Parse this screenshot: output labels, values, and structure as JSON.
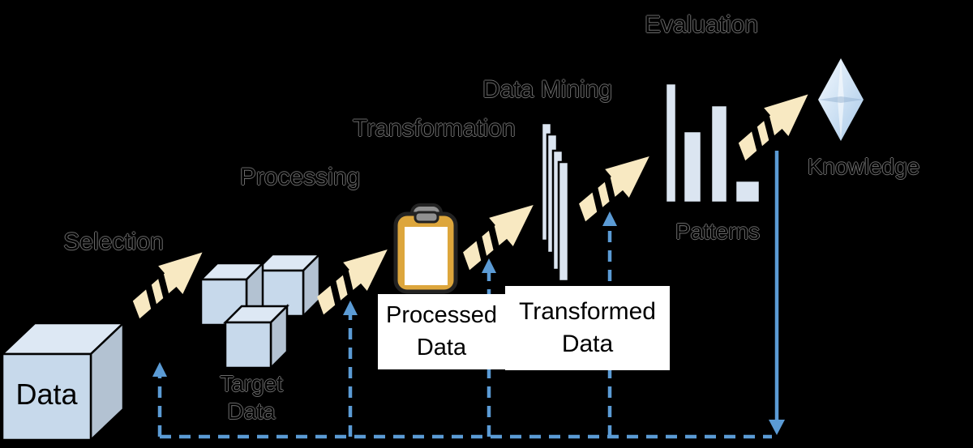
{
  "stages": {
    "selection": "Selection",
    "processing": "Processing",
    "transformation": "Transformation",
    "data_mining": "Data Mining",
    "evaluation": "Evaluation"
  },
  "artifacts": {
    "data": "Data",
    "target_data": {
      "line1": "Target",
      "line2": "Data"
    },
    "processed_data": {
      "line1": "Processed",
      "line2": "Data"
    },
    "transformed_data": {
      "line1": "Transformed",
      "line2": "Data"
    },
    "patterns": "Patterns",
    "knowledge": "Knowledge"
  },
  "icons": {
    "data": "cube-icon",
    "target_data": "cubes-cluster-icon",
    "processed_data": "clipboard-icon",
    "transformed_data": "document-stack-icon",
    "patterns": "bar-chart-icon",
    "knowledge": "diamond-icon",
    "flow": "striped-arrow-icon",
    "feedback": "dashed-feedback-arrow-icon"
  },
  "colors": {
    "background": "#000000",
    "cube_front": "#c7d9eb",
    "cube_top": "#dde8f4",
    "cube_side": "#b3c2d2",
    "bar_fill": "#dbe5f1",
    "flow_arrow_cream": "#f8e9c2",
    "feedback_blue": "#5b9bd5",
    "clipboard_gold": "#dda63c",
    "clipboard_clip": "#909090",
    "diamond_blue": "#bcd6ef",
    "label_box_bg": "#ffffff",
    "text": "#000000"
  }
}
